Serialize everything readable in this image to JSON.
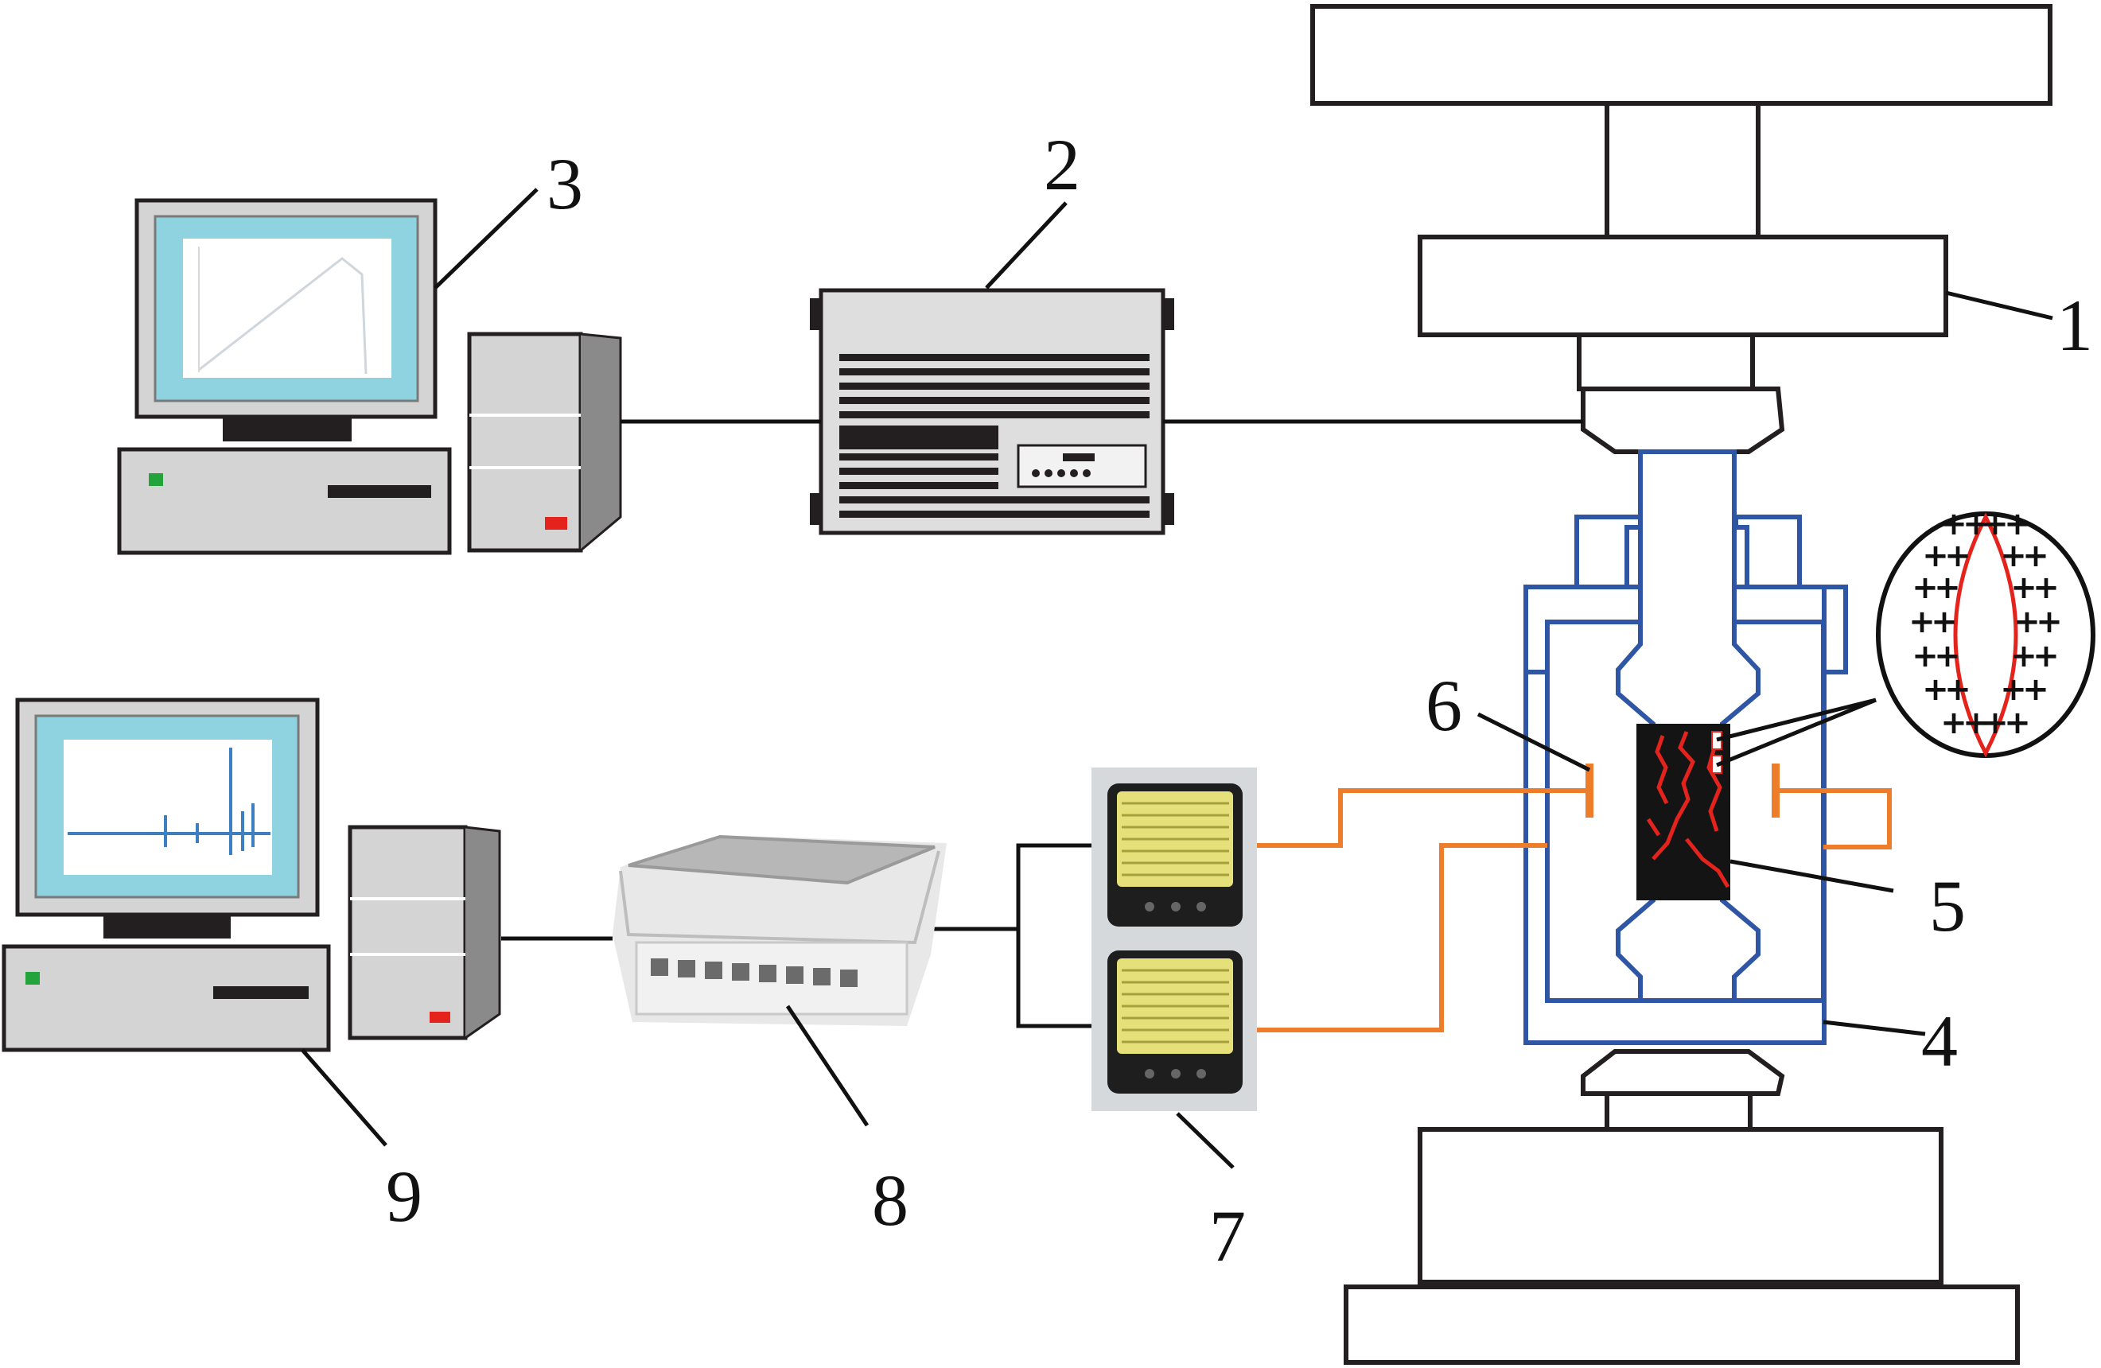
{
  "labels": {
    "n1": "1",
    "n2": "2",
    "n3": "3",
    "n4": "4",
    "n5": "5",
    "n6": "6",
    "n7": "7",
    "n8": "8",
    "n9": "9"
  },
  "charge_symbol": "+",
  "colors": {
    "frame": "#231f20",
    "cell": "#2f55a5",
    "wire": "#ee7d2b",
    "crack": "#e3231c",
    "screen": "#8fd3e0",
    "case": "#d4d4d4"
  },
  "icons": {
    "loading_frame": "press-icon",
    "controller": "controller-icon",
    "computers": "computer-icon",
    "acquisition": "acquisition-box-icon",
    "preamp": "preamplifier-icon"
  }
}
